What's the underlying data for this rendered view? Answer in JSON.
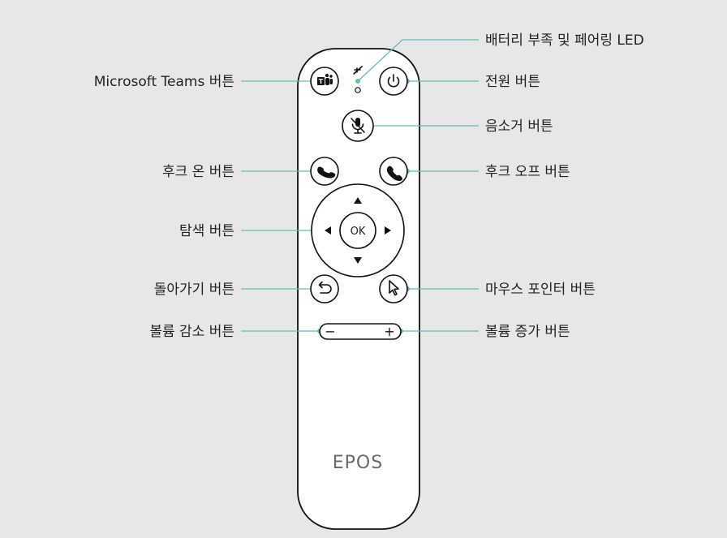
{
  "labels": {
    "led": "배터리 부족 및 페어링 LED",
    "teams": "Microsoft Teams 버튼",
    "power": "전원 버튼",
    "mute": "음소거 버튼",
    "hook_on": "후크 온 버튼",
    "hook_off": "후크 오프 버튼",
    "navigation": "탐색 버튼",
    "back": "돌아가기 버튼",
    "mouse_pointer": "마우스 포인터 버튼",
    "volume_down": "볼륨 감소 버튼",
    "volume_up": "볼륨 증가 버튼"
  },
  "remote": {
    "ok_label": "OK",
    "brand": "EPOS",
    "minus": "−",
    "plus": "+"
  },
  "colors": {
    "leader_line": "#5fbfb5",
    "background": "#e7e7e7",
    "remote_body": "#ffffff",
    "outline": "#111111"
  }
}
